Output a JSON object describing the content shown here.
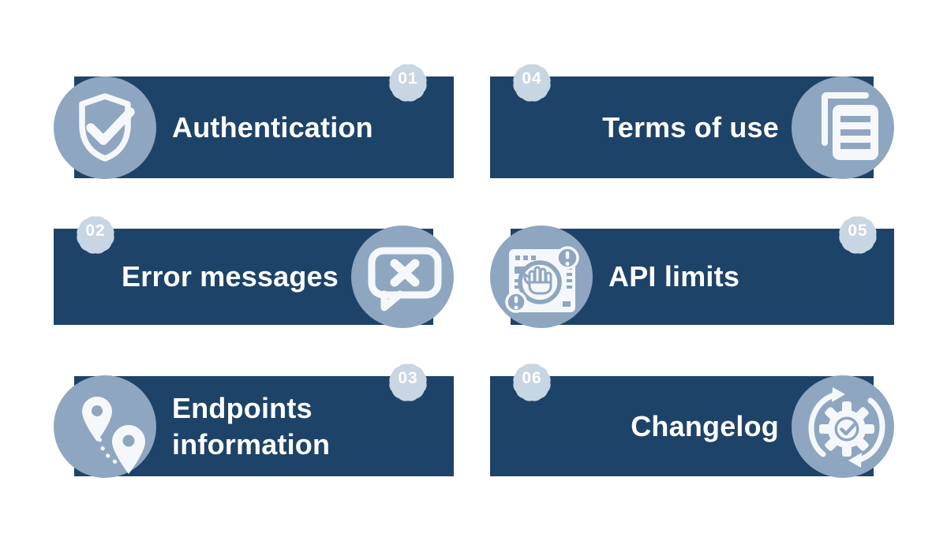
{
  "colors": {
    "bar": "#1e4368",
    "icon_circle": "#8fa6c0",
    "badge": "#c8d5e3",
    "icon_white": "#f5f8fb",
    "title_text": "#ffffff",
    "badge_number_text": "#ffffff",
    "page_background": "#ffffff"
  },
  "items": [
    {
      "number": "01",
      "title": "Authentication",
      "icon": "shield-check-icon"
    },
    {
      "number": "02",
      "title": "Error messages",
      "icon": "speech-bubble-x-icon"
    },
    {
      "number": "03",
      "title": "Endpoints information",
      "icon": "map-pins-route-icon"
    },
    {
      "number": "04",
      "title": "Terms of use",
      "icon": "copy-document-icon"
    },
    {
      "number": "05",
      "title": "API limits",
      "icon": "stop-hand-window-icon"
    },
    {
      "number": "06",
      "title": "Changelog",
      "icon": "gear-refresh-icon"
    }
  ]
}
